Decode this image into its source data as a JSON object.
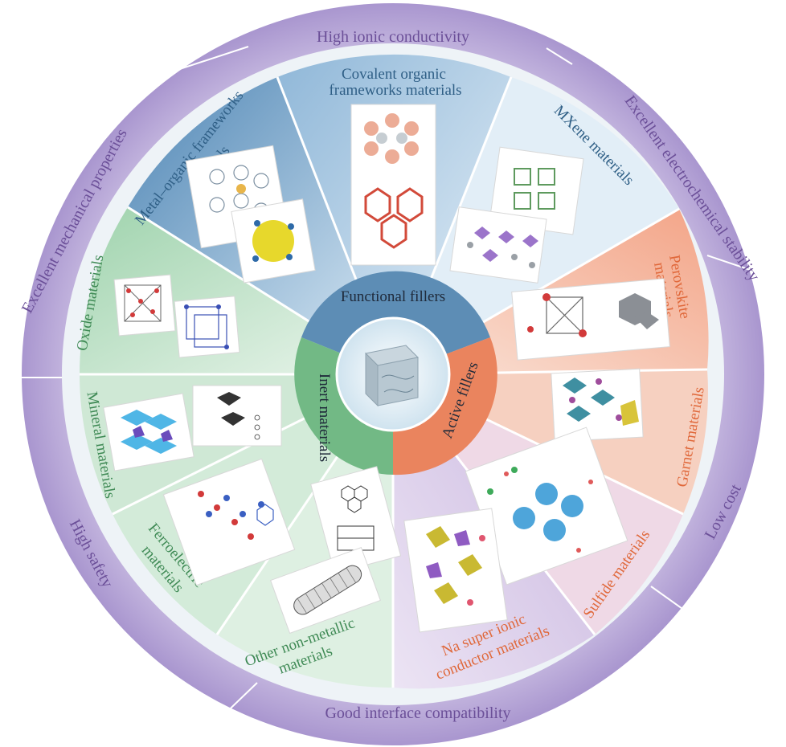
{
  "outer_ring": {
    "top": "High ionic conductivity",
    "top_right": "Excellent electrochemical stability",
    "right": "Low cost",
    "bottom": "Good interface compatibility",
    "left_bottom": "High safety",
    "left_top": "Excellent mechanical properties"
  },
  "categories": {
    "functional": "Functional fillers",
    "inert": "Inert materials",
    "active": "Active fillers"
  },
  "segments": {
    "mof": {
      "line1": "Metal–organic frameworks",
      "line2": "materials"
    },
    "cof": {
      "line1": "Covalent organic",
      "line2": "frameworks materials"
    },
    "mxene": "MXene materials",
    "perovskite": {
      "line1": "Perovskite",
      "line2": "materials"
    },
    "garnet": "Garnet materials",
    "sulfide": "Sulfide materials",
    "nasicon": {
      "line1": "Na super ionic",
      "line2": "conductor materials"
    },
    "other": {
      "line1": "Other non-metallic",
      "line2": "materials"
    },
    "ferro": {
      "line1": "Ferroelectric",
      "line2": "materials"
    },
    "mineral": "Mineral materials",
    "oxide": "Oxide materials"
  },
  "colors": {
    "outer_ring": "#b9a6d6",
    "functional": "#6f9ec2",
    "inert": "#7fbf8e",
    "active": "#ec8a67"
  }
}
